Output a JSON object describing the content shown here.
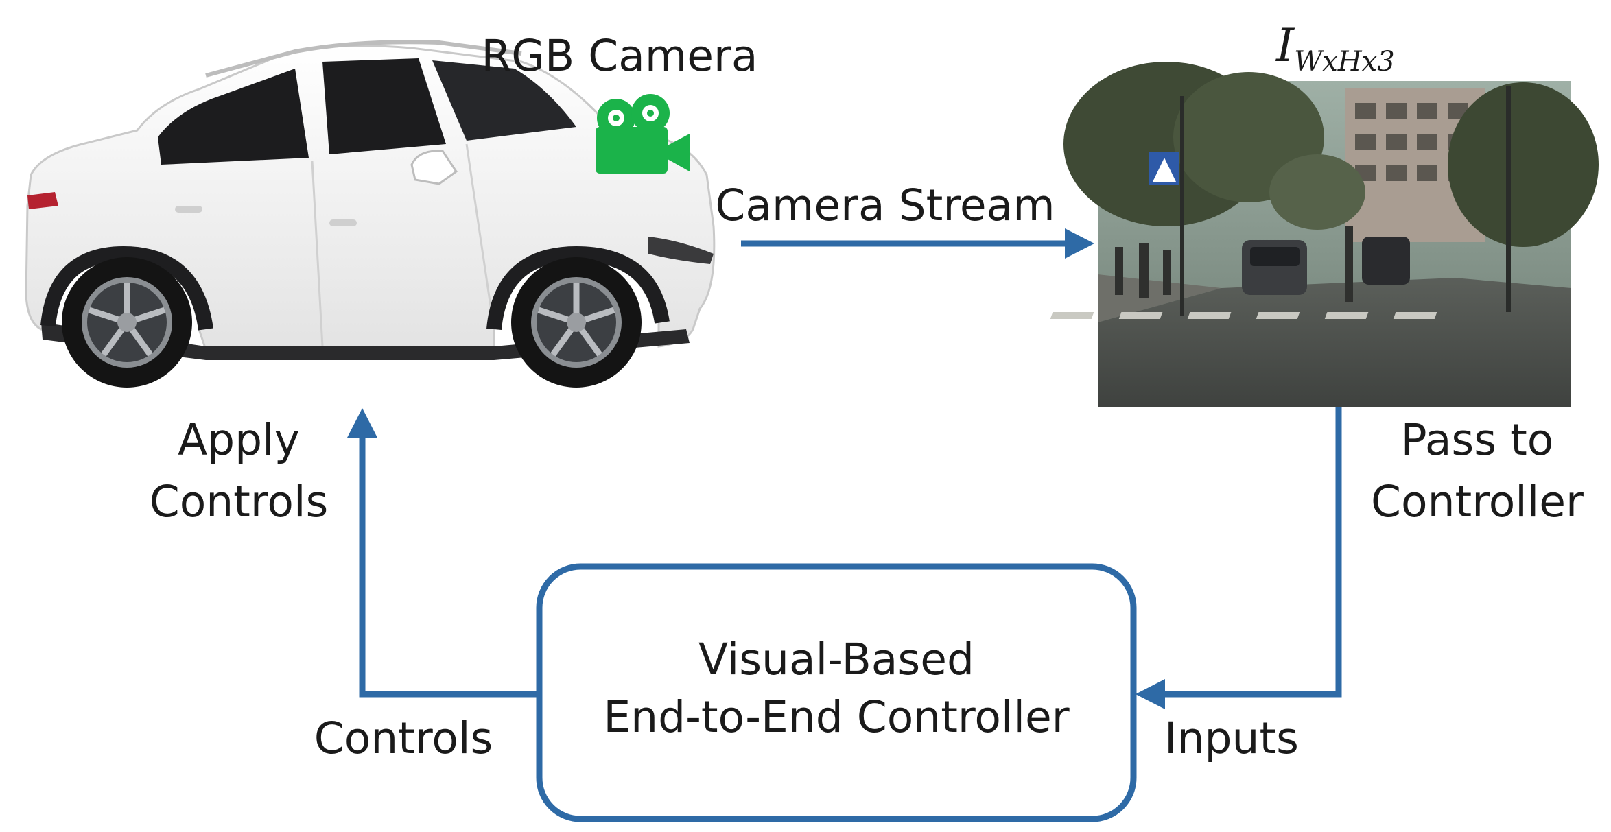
{
  "colors": {
    "arrow": "#2e6aa6",
    "box_border": "#2e6aa6",
    "camera_icon": "#1bb34a",
    "text": "#1a1a1a"
  },
  "labels": {
    "rgb_camera": "RGB Camera",
    "camera_stream": "Camera Stream",
    "image_symbol_main": "I",
    "image_symbol_sub": "WxHx3",
    "pass_to_line1": "Pass to",
    "pass_to_line2": "Controller",
    "apply_line1": "Apply",
    "apply_line2": "Controls",
    "controls": "Controls",
    "inputs": "Inputs",
    "controller_line1": "Visual-Based",
    "controller_line2": "End-to-End Controller"
  },
  "icons": {
    "camera": "video-camera-icon",
    "car": "suv-car",
    "scene": "street-scene-photo"
  }
}
